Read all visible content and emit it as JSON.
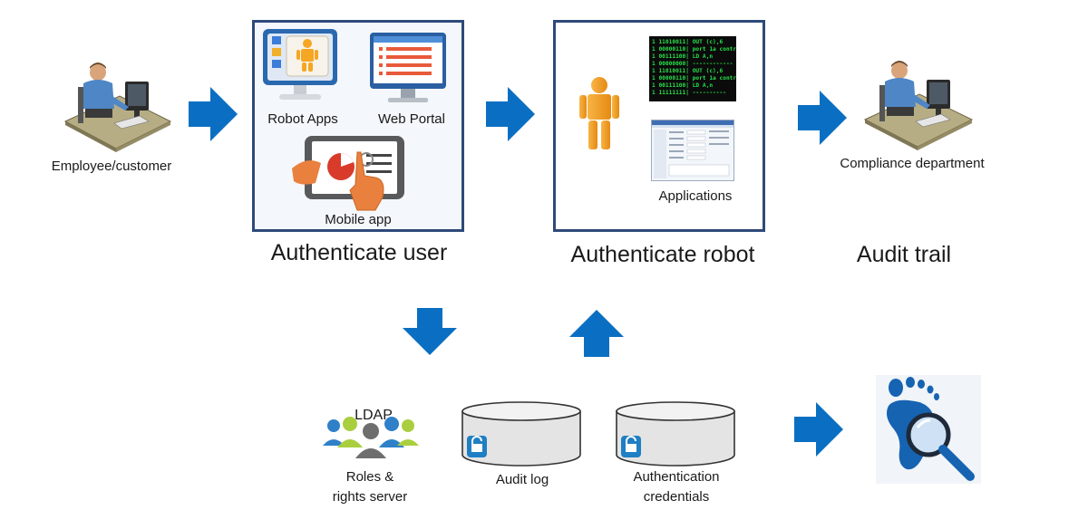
{
  "actors": {
    "employee": "Employee/customer",
    "compliance": "Compliance department"
  },
  "user_panel": {
    "robot_apps": "Robot Apps",
    "web_portal": "Web Portal",
    "mobile_app": "Mobile app"
  },
  "robot_panel": {
    "applications": "Applications",
    "terminal_lines": [
      "1 11010011| OUT (c),6",
      "1 00000110| port 1a contr",
      "1 00111100| LD A,n",
      "1 00000000| ------------",
      "1 11010011| OUT (c),6",
      "1 00000110| port 1a contr",
      "1 00111100| LD A,n",
      "1 11111111| ----------"
    ]
  },
  "stages": {
    "authenticate_user": "Authenticate user",
    "authenticate_robot": "Authenticate robot",
    "audit_trail": "Audit trail"
  },
  "stores": {
    "ldap": "LDAP",
    "roles_line1": "Roles &",
    "roles_line2": "rights server",
    "audit_log": "Audit log",
    "auth_line1": "Authentication",
    "auth_line2": "credentials"
  },
  "colors": {
    "arrow": "#0a6fc2",
    "panel_border": "#2e4a7a",
    "robot": "#f5a623",
    "terminal_bg": "#0b0b0b",
    "terminal_text": "#27e04a",
    "lock": "#1f7fc4"
  }
}
